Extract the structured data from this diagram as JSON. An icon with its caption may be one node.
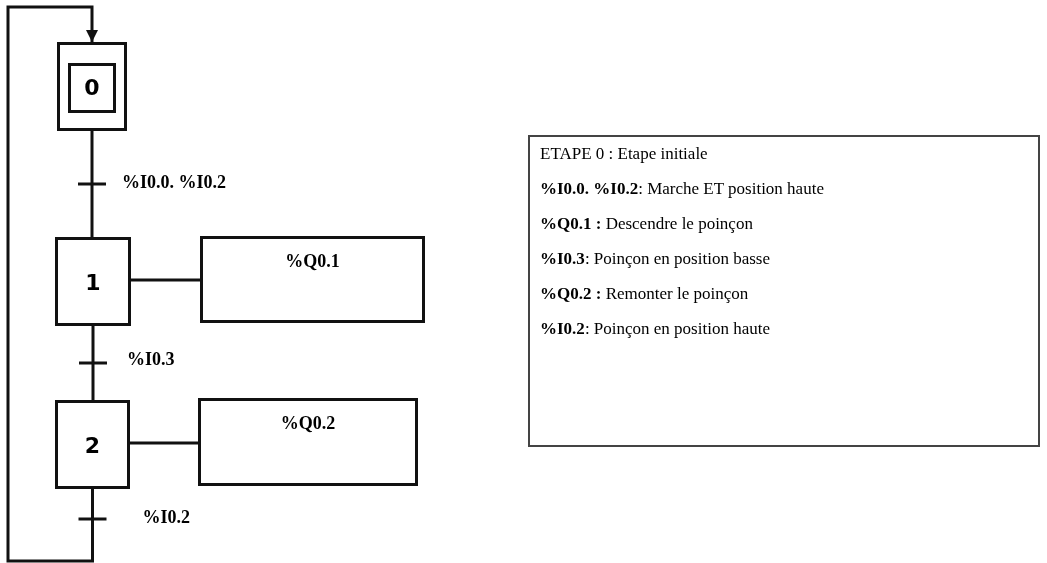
{
  "diagram": {
    "nodes": [
      {
        "text": [
          "0"
        ]
      },
      {
        "text": [
          "1"
        ]
      },
      {
        "text": [
          "%Q0.1"
        ]
      },
      {
        "text": [
          "2"
        ]
      },
      {
        "text": [
          "%Q0.2"
        ]
      },
      {
        "text": [
          "ETAPE 0 : Etape initiale",
          "**%I0.0. %I0.2**: Marche ET position haute",
          "**%Q0.1 :** Descendre le poinçon",
          "**%I0.3**: Poinçon en position basse",
          "**%Q0.2 :** Remonter le poinçon",
          "**%I0.2**: Poinçon en position haute"
        ]
      }
    ],
    "edges": [
      {
        "from": 0,
        "to": 1,
        "arrow": "none",
        "label": "%I0.0. %I0.2"
      },
      {
        "from": 1,
        "to": 2,
        "arrow": "none"
      },
      {
        "from": 1,
        "to": 3,
        "arrow": "none",
        "label": "%I0.3"
      },
      {
        "from": 3,
        "to": 4,
        "arrow": "none"
      },
      {
        "from": 3,
        "to": 0,
        "arrow": "to",
        "label": "%I0.2"
      }
    ]
  }
}
